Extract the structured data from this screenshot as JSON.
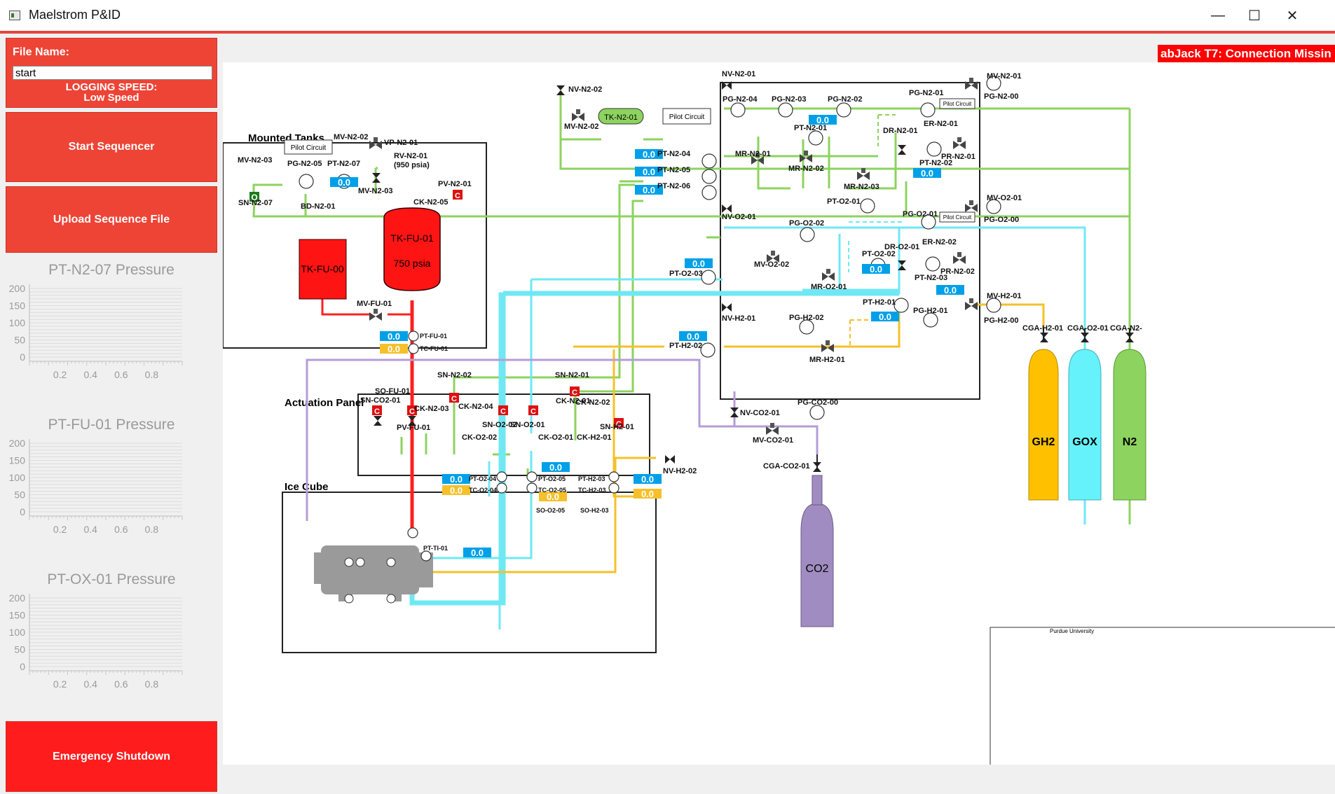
{
  "window": {
    "title": "Maelstrom P&ID"
  },
  "sidebar": {
    "file_name_label": "File Name:",
    "file_name_value": "start",
    "logging_speed_label": "LOGGING SPEED:",
    "logging_speed_value": "Low Speed",
    "start_button": "Start Sequencer",
    "upload_button": "Upload Sequence File",
    "shutdown_button": "Emergency Shutdown"
  },
  "charts": [
    {
      "title": "PT-N2-07 Pressure",
      "y_ticks": [
        "200",
        "150",
        "100",
        "50",
        "0"
      ],
      "x_ticks": [
        "0.2",
        "0.4",
        "0.6",
        "0.8"
      ]
    },
    {
      "title": "PT-FU-01 Pressure",
      "y_ticks": [
        "200",
        "150",
        "100",
        "50",
        "0"
      ],
      "x_ticks": [
        "0.2",
        "0.4",
        "0.6",
        "0.8"
      ]
    },
    {
      "title": "PT-OX-01 Pressure",
      "y_ticks": [
        "200",
        "150",
        "100",
        "50",
        "0"
      ],
      "x_ticks": [
        "0.2",
        "0.4",
        "0.6",
        "0.8"
      ]
    }
  ],
  "status": {
    "alert": "abJack T7: Connection Missin"
  },
  "pid": {
    "sections": {
      "mounted_tanks": "Mounted Tanks",
      "actuation_panel": "Actuation Panel",
      "ice_cube": "Ice Cube"
    },
    "tanks": {
      "tk_fu_01": "TK-FU-01",
      "tk_fu_01_pressure": "750 psia",
      "tk_fu_00": "TK-FU-00",
      "tk_n2_01": "TK-N2-01"
    },
    "pilot_circuit": "Pilot Circuit",
    "cylinders": {
      "gh2": "GH2",
      "gox": "GOX",
      "n2": "N2",
      "co2": "CO2"
    },
    "readout_value": "0.0",
    "colors": {
      "n2": "#8dd35f",
      "ox": "#6fe8f4",
      "h2": "#f5c02a",
      "fuel": "#ff2020",
      "co2": "#b49ed6",
      "valve_closed": "#dd1111",
      "valve_open": "#1d7a1d"
    },
    "labels": {
      "mv_n2_03": "MV-N2-03",
      "sn_n2_07": "SN-N2-07",
      "pg_n2_05": "PG-N2-05",
      "pt_n2_07": "PT-N2-07",
      "mv_n2_02a": "MV-N2-02",
      "vp_n2_01": "VP-N2-01",
      "rv_n2_01": "RV-N2-01",
      "rv_n2_01_set": "(950 psia)",
      "mv_n2_03b": "MV-N2-03",
      "bd_n2_01": "BD-N2-01",
      "ck_n2_05": "CK-N2-05",
      "pv_n2_01": "PV-N2-01",
      "mv_fu_01": "MV-FU-01",
      "pt_fu_01": "PT-FU-01",
      "tc_fu_01": "TC-FU-01",
      "nv_n2_02": "NV-N2-02",
      "mv_n2_02": "MV-N2-02",
      "pt_n2_04": "PT-N2-04",
      "pt_n2_05": "PT-N2-05",
      "pt_n2_06": "PT-N2-06",
      "nv_n2_01": "NV-N2-01",
      "pg_n2_04": "PG-N2-04",
      "pg_n2_03": "PG-N2-03",
      "pg_n2_02": "PG-N2-02",
      "pt_n2_01": "PT-N2-01",
      "mr_n2_01": "MR-N2-01",
      "mr_n2_02": "MR-N2-02",
      "mr_n2_03": "MR-N2-03",
      "pg_n2_01": "PG-N2-01",
      "er_n2_01": "ER-N2-01",
      "dr_n2_01": "DR-N2-01",
      "pr_n2_01": "PR-N2-01",
      "pt_n2_02": "PT-N2-02",
      "mv_n2_01": "MV-N2-01",
      "pg_n2_00": "PG-N2-00",
      "nv_o2_01": "NV-O2-01",
      "pt_o2_01": "PT-O2-01",
      "pg_o2_02": "PG-O2-02",
      "pg_o2_01": "PG-O2-01",
      "mv_o2_02": "MV-O2-02",
      "mr_o2_01": "MR-O2-01",
      "dr_o2_01": "DR-O2-01",
      "er_n2_02": "ER-N2-02",
      "pt_o2_02": "PT-O2-02",
      "pr_n2_02": "PR-N2-02",
      "pt_n2_03": "PT-N2-03",
      "pt_o2_03": "PT-O2-03",
      "mv_o2_01": "MV-O2-01",
      "pg_o2_00": "PG-O2-00",
      "nv_h2_01": "NV-H2-01",
      "pt_h2_01": "PT-H2-01",
      "pg_h2_02": "PG-H2-02",
      "pg_h2_01": "PG-H2-01",
      "mr_h2_01": "MR-H2-01",
      "pt_h2_02": "PT-H2-02",
      "mv_h2_01": "MV-H2-01",
      "pg_h2_00": "PG-H2-00",
      "cga_h2_01": "CGA-H2-01",
      "cga_o2_01": "CGA-O2-01",
      "cga_n2": "CGA-N2-",
      "nv_co2_01": "NV-CO2-01",
      "mv_co2_01": "MV-CO2-01",
      "pg_co2_00": "PG-CO2-00",
      "cga_co2_01": "CGA-CO2-01",
      "sn_n2_02": "SN-N2-02",
      "sn_n2_01": "SN-N2-01",
      "so_fu_01": "SO-FU-01",
      "sn_co2_01": "SN-CO2-01",
      "ck_n2_03": "CK-N2-03",
      "ck_n2_04": "CK-N2-04",
      "ck_n2_01": "CK-N2-01",
      "ck_n2_02": "CK-N2-02",
      "pv_fu_01": "PV-FU-01",
      "sn_o2_02": "SN-O2-02",
      "sn_o2_01": "SN-O2-01",
      "sn_h2_01": "SN-H2-01",
      "ck_o2_02": "CK-O2-02",
      "ck_o2_01": "CK-O2-01",
      "ck_h2_01": "CK-H2-01",
      "nv_h2_02": "NV-H2-02",
      "pt_o2_04": "PT-O2-04",
      "tc_o2_04": "TC-O2-04",
      "pt_o2_05": "PT-O2-05",
      "tc_o2_05": "TC-O2-05",
      "so_o2_05": "SO-O2-05",
      "pt_h2_03": "PT-H2-03",
      "tc_h2_03": "TC-H2-03",
      "so_h2_03": "SO-H2-03",
      "pt_ti_01": "PT-TI-01",
      "purdue": "Purdue University"
    }
  }
}
